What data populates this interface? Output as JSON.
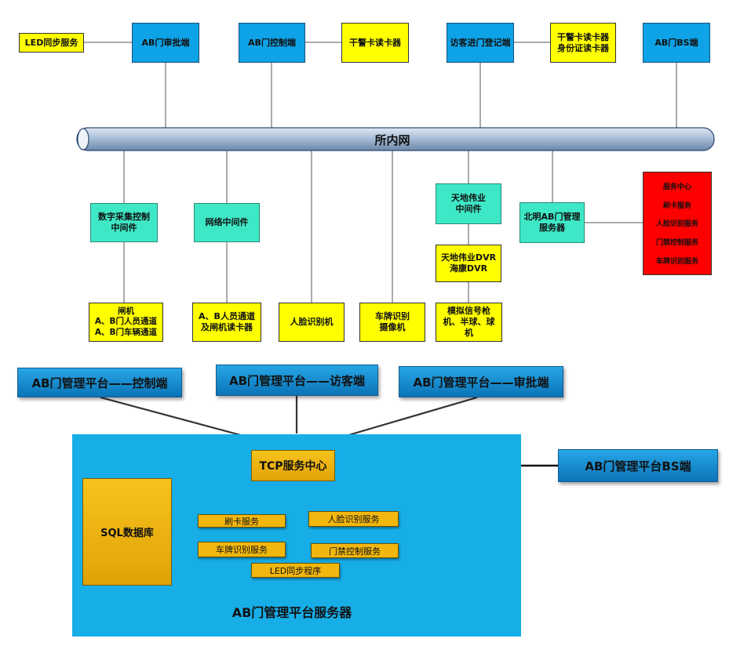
{
  "network": {
    "bus_label": "所内网",
    "top": [
      {
        "id": "led_sync",
        "label": "LED同步服务",
        "kind": "yellow"
      },
      {
        "id": "approval",
        "label": "AB门审批端",
        "kind": "blue"
      },
      {
        "id": "control",
        "label": "AB门控制端",
        "kind": "blue"
      },
      {
        "id": "reader1",
        "label": "干警卡读卡器",
        "kind": "yellow"
      },
      {
        "id": "visitor",
        "label": "访客进门登记端",
        "kind": "blue"
      },
      {
        "id": "reader2",
        "label": "干警卡读卡器\n身份证读卡器",
        "kind": "yellow"
      },
      {
        "id": "bs",
        "label": "AB门BS端",
        "kind": "blue"
      }
    ],
    "middle": [
      {
        "id": "digital",
        "label": "数字采集控制\n中间件",
        "kind": "teal"
      },
      {
        "id": "netmw",
        "label": "网络中间件",
        "kind": "teal"
      },
      {
        "id": "tdmw",
        "label": "天地伟业\n中间件",
        "kind": "teal"
      },
      {
        "id": "dvr",
        "label": "天地伟业DVR\n海康DVR",
        "kind": "yellow"
      },
      {
        "id": "beiming",
        "label": "北明AB门管理\n服务器",
        "kind": "teal"
      }
    ],
    "bottom": [
      {
        "id": "gate",
        "label": "闸机\nA、B门人员通道\nA、B门车辆通道",
        "kind": "yellow"
      },
      {
        "id": "abreader",
        "label": "A、B人员通道\n及闸机读卡器",
        "kind": "yellow"
      },
      {
        "id": "face",
        "label": "人脸识别机",
        "kind": "yellow"
      },
      {
        "id": "plate",
        "label": "车牌识别\n摄像机",
        "kind": "yellow"
      },
      {
        "id": "analog",
        "label": "模拟信号枪\n机、半球、球\n机",
        "kind": "yellow"
      }
    ],
    "services_list": [
      "服务中心",
      "刷卡服务",
      "人脸识别服务",
      "门禁控制服务",
      "车牌识别服务"
    ]
  },
  "platform": {
    "clients": [
      {
        "id": "p_control",
        "label": "AB门管理平台——控制端"
      },
      {
        "id": "p_visitor",
        "label": "AB门管理平台——访客端"
      },
      {
        "id": "p_approval",
        "label": "AB门管理平台——审批端"
      }
    ],
    "bs_client": "AB门管理平台BS端",
    "tcp_center": "TCP服务中心",
    "sql_db": "SQL数据库",
    "services": [
      {
        "id": "card",
        "label": "刷卡服务"
      },
      {
        "id": "faceSvc",
        "label": "人脸识别服务"
      },
      {
        "id": "plateSvc",
        "label": "车牌识别服务"
      },
      {
        "id": "doorSvc",
        "label": "门禁控制服务"
      },
      {
        "id": "ledSvc",
        "label": "LED同步程序"
      }
    ],
    "server_title": "AB门管理平台服务器"
  },
  "colors": {
    "blue": "#0ea2e6",
    "yellow": "#ffff00",
    "teal": "#3ee8c6",
    "red": "#ff0000",
    "server": "#17aee8",
    "gold": "#f2b70e"
  }
}
